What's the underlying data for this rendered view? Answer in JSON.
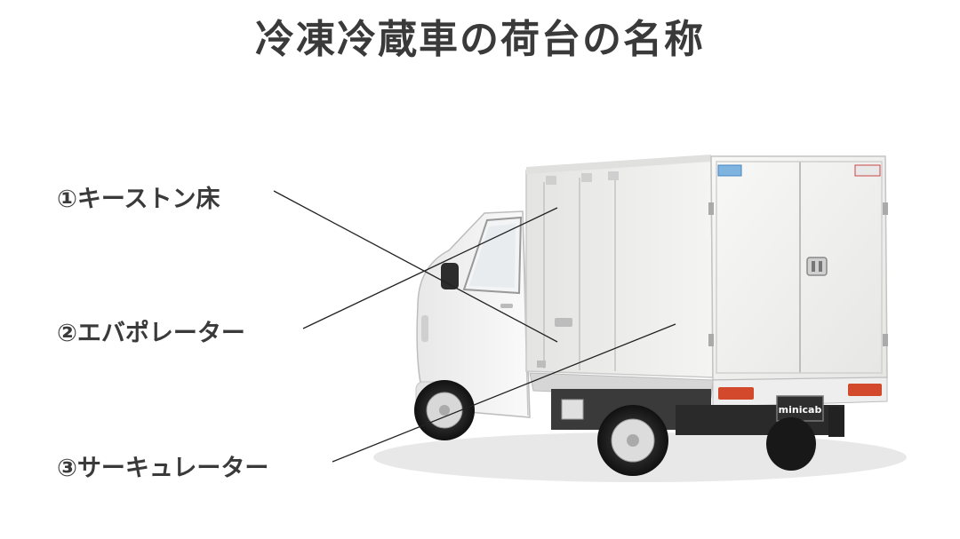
{
  "title": "冷凍冷蔵車の荷台の名称",
  "labels": [
    {
      "text": "①キーストン床"
    },
    {
      "text": "②エバポレーター"
    },
    {
      "text": "③サーキュレーター"
    }
  ],
  "vehicle": {
    "plate": "minicab"
  },
  "colors": {
    "text": "#3a3a3a",
    "leader_line": "#222222",
    "body": "#f1f1ef"
  }
}
